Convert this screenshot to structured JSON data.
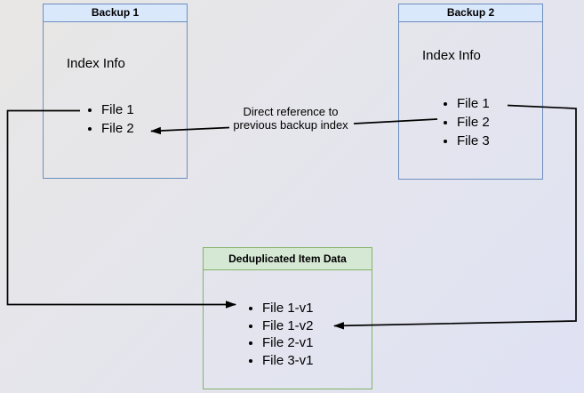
{
  "backup1": {
    "title": "Backup 1",
    "section_label": "Index Info",
    "files": [
      "File 1",
      "File 2"
    ]
  },
  "backup2": {
    "title": "Backup 2",
    "section_label": "Index Info",
    "files": [
      "File 1",
      "File 2",
      "File 3"
    ]
  },
  "dedup_store": {
    "title": "Deduplicated Item Data",
    "items": [
      "File 1-v1",
      "File 1-v2",
      "File 2-v1",
      "File 3-v1"
    ]
  },
  "annotation": {
    "line1": "Direct reference to",
    "line2": "previous backup index"
  },
  "colors": {
    "backup_box_fill": "#dae8fc",
    "backup_box_stroke": "#6c8ebf",
    "dedup_box_fill": "#d5e8d4",
    "dedup_box_stroke": "#82b366",
    "arrow": "#000000"
  }
}
